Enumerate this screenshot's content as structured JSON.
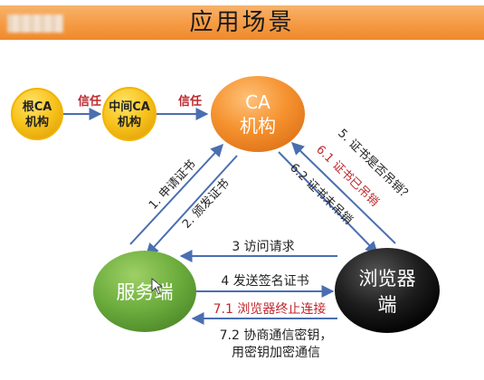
{
  "title": "应用场景",
  "nodes": {
    "root_ca": [
      "根CA",
      "机构"
    ],
    "intermediate_ca": [
      "中间CA",
      "机构"
    ],
    "ca": [
      "CA",
      "机构"
    ],
    "server": "服务端",
    "browser": [
      "浏览器",
      "端"
    ]
  },
  "trust_labels": [
    "信任",
    "信任"
  ],
  "steps": {
    "s1": "1. 申请证书",
    "s2": "2. 颁发证书",
    "s3": "3 访问请求",
    "s4": "4 发送签名证书",
    "s5": "5. 证书是否吊销？",
    "s61": "6.1 证书已吊销",
    "s62": "6.2 证书未吊销",
    "s71": "7.1 浏览器终止连接",
    "s72": [
      "7.2 协商通信密钥，",
      "用密钥加密通信"
    ]
  },
  "colors": {
    "red_text": "#c0272d",
    "arrow": "#4a6fb0",
    "orange": "#f08a2d",
    "green": "#6aab3c",
    "black": "#111111"
  }
}
